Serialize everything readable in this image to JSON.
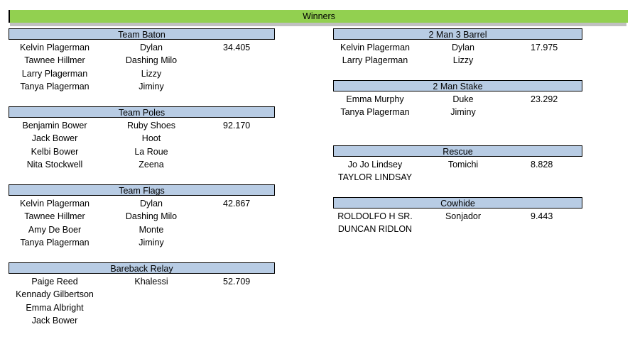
{
  "title": "Winners",
  "left_sections": [
    {
      "name": "Team Baton",
      "rows": [
        {
          "rider": "Kelvin Plagerman",
          "horse": "Dylan",
          "time": "34.405"
        },
        {
          "rider": "Tawnee Hillmer",
          "horse": "Dashing Milo",
          "time": ""
        },
        {
          "rider": "Larry Plagerman",
          "horse": "Lizzy",
          "time": ""
        },
        {
          "rider": "Tanya Plagerman",
          "horse": "Jiminy",
          "time": ""
        }
      ]
    },
    {
      "name": "Team Poles",
      "rows": [
        {
          "rider": "Benjamin Bower",
          "horse": "Ruby Shoes",
          "time": "92.170"
        },
        {
          "rider": "Jack Bower",
          "horse": "Hoot",
          "time": ""
        },
        {
          "rider": "Kelbi Bower",
          "horse": "La Roue",
          "time": ""
        },
        {
          "rider": "Nita Stockwell",
          "horse": "Zeena",
          "time": ""
        }
      ]
    },
    {
      "name": "Team Flags",
      "rows": [
        {
          "rider": "Kelvin Plagerman",
          "horse": "Dylan",
          "time": "42.867"
        },
        {
          "rider": "Tawnee Hillmer",
          "horse": "Dashing Milo",
          "time": ""
        },
        {
          "rider": "Amy De Boer",
          "horse": "Monte",
          "time": ""
        },
        {
          "rider": "Tanya Plagerman",
          "horse": "Jiminy",
          "time": ""
        }
      ]
    },
    {
      "name": "Bareback Relay",
      "rows": [
        {
          "rider": "Paige Reed",
          "horse": "Khalessi",
          "time": "52.709"
        },
        {
          "rider": "Kennady Gilbertson",
          "horse": "",
          "time": ""
        },
        {
          "rider": "Emma Albright",
          "horse": "",
          "time": ""
        },
        {
          "rider": "Jack Bower",
          "horse": "",
          "time": ""
        }
      ]
    }
  ],
  "right_sections": [
    {
      "name": "2 Man 3 Barrel",
      "rows": [
        {
          "rider": "Kelvin Plagerman",
          "horse": "Dylan",
          "time": "17.975"
        },
        {
          "rider": "Larry Plagerman",
          "horse": "Lizzy",
          "time": ""
        }
      ]
    },
    {
      "name": "2 Man Stake",
      "rows": [
        {
          "rider": "Emma Murphy",
          "horse": "Duke",
          "time": "23.292"
        },
        {
          "rider": "Tanya Plagerman",
          "horse": "Jiminy",
          "time": ""
        }
      ]
    },
    {
      "name": "Rescue",
      "rows": [
        {
          "rider": "Jo Jo Lindsey",
          "horse": "Tomichi",
          "time": "8.828"
        },
        {
          "rider": "TAYLOR LINDSAY",
          "horse": "",
          "time": ""
        }
      ]
    },
    {
      "name": "Cowhide",
      "rows": [
        {
          "rider": "ROLDOLFO H SR.",
          "horse": "Sonjador",
          "time": "9.443"
        },
        {
          "rider": "DUNCAN RIDLON",
          "horse": "",
          "time": ""
        }
      ]
    }
  ]
}
